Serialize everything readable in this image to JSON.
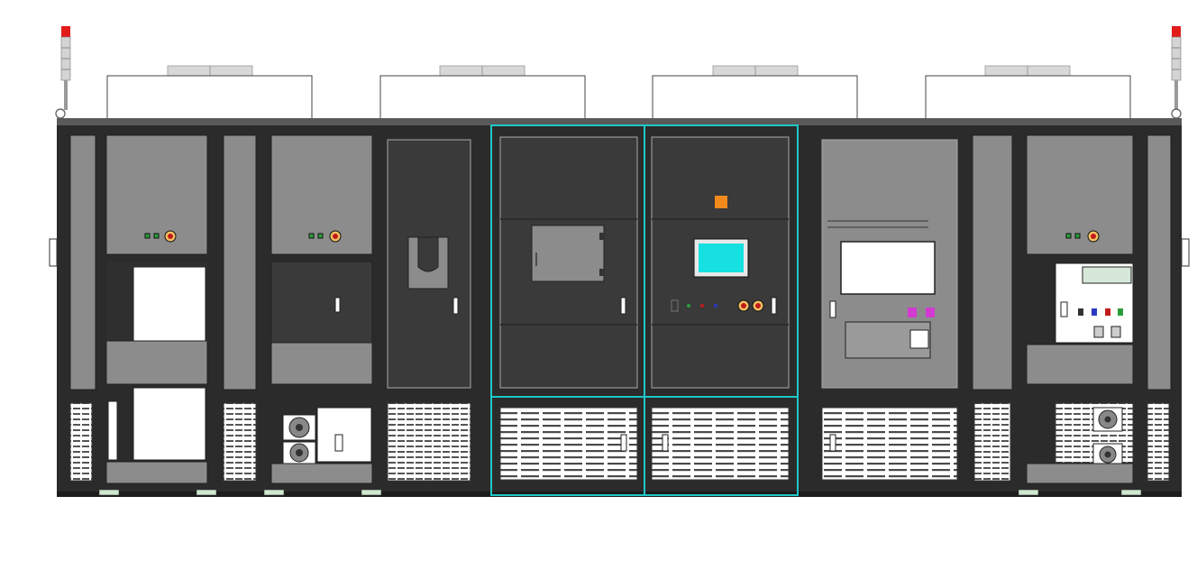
{
  "drawing": {
    "subject": "",
    "colors": {
      "frame": "#2b2b2b",
      "panel_gray": "#8c8c8c",
      "panel_dark": "#3a3a3a",
      "accent_cyan": "#1fc7c7",
      "touchscreen": "#16e0e0",
      "indicator_orange": "#f28a1c",
      "indicator_magenta": "#d23ad2",
      "beacon_red": "#e21b1b",
      "white": "#ffffff"
    },
    "modules": [
      {
        "id": "m1"
      },
      {
        "id": "m2"
      },
      {
        "id": "m3"
      },
      {
        "id": "m4"
      }
    ]
  }
}
